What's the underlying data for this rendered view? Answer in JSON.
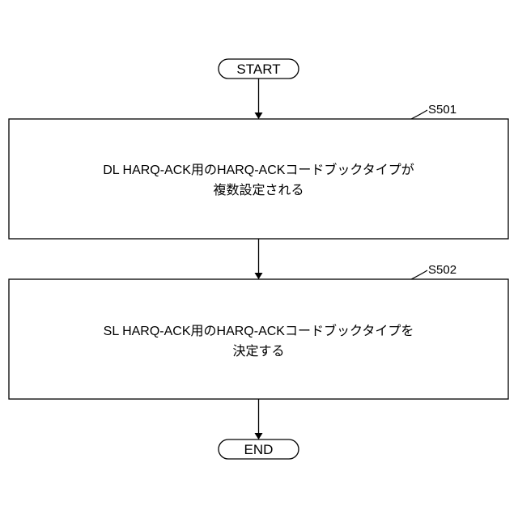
{
  "flowchart": {
    "start_label": "START",
    "end_label": "END",
    "steps": [
      {
        "id": "S501",
        "lines": [
          "DL HARQ-ACK用のHARQ-ACKコードブックタイプが",
          "複数設定される"
        ]
      },
      {
        "id": "S502",
        "lines": [
          "SL HARQ-ACK用のHARQ-ACKコードブックタイプを",
          "決定する"
        ]
      }
    ]
  }
}
